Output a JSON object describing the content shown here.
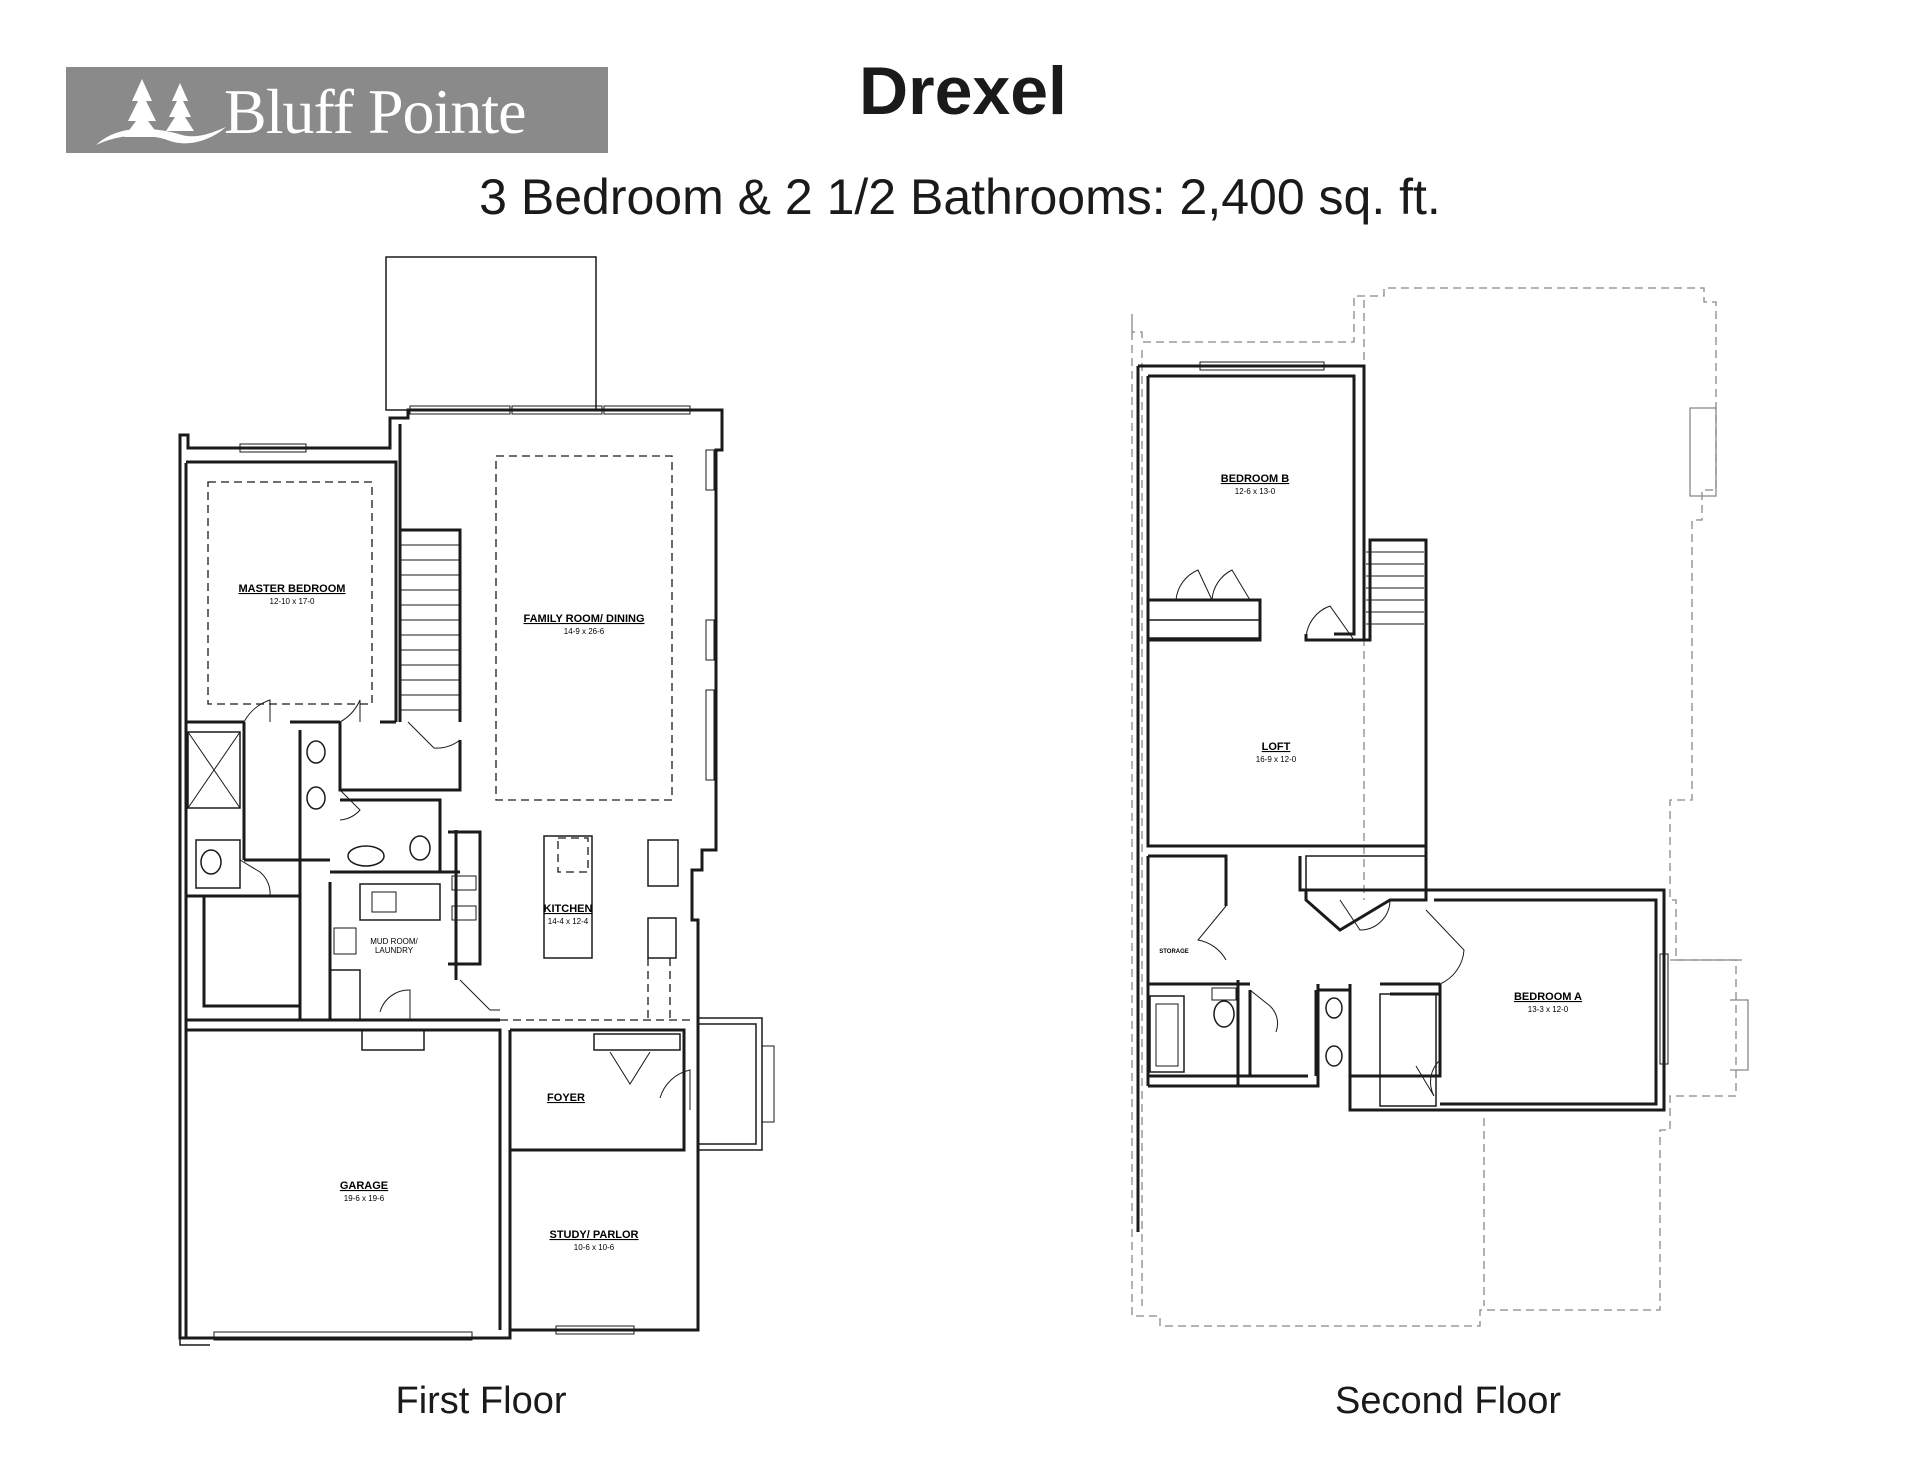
{
  "brand": {
    "name": "Bluff Pointe",
    "logo_icon": "pine-trees-icon"
  },
  "header": {
    "model_name": "Drexel",
    "summary": "3 Bedroom & 2 1/2 Bathrooms:  2,400 sq. ft."
  },
  "first_floor": {
    "caption": "First Floor",
    "rooms": {
      "master_bedroom": {
        "name": "MASTER BEDROOM",
        "size": "12-10 x 17-0"
      },
      "family_room": {
        "name": "FAMILY ROOM/ DINING",
        "size": "14-9 x 26-6"
      },
      "kitchen": {
        "name": "KITCHEN",
        "size": "14-4 x 12-4"
      },
      "mud_room": {
        "name": "MUD ROOM/",
        "name2": "LAUNDRY"
      },
      "foyer": {
        "name": "FOYER"
      },
      "garage": {
        "name": "GARAGE",
        "size": "19-6 x 19-6"
      },
      "study": {
        "name": "STUDY/ PARLOR",
        "size": "10-6 x 10-6"
      }
    }
  },
  "second_floor": {
    "caption": "Second Floor",
    "rooms": {
      "bedroom_b": {
        "name": "BEDROOM B",
        "size": "12-6 x 13-0"
      },
      "loft": {
        "name": "LOFT",
        "size": "16-9 x 12-0"
      },
      "storage": {
        "name": "STORAGE"
      },
      "bedroom_a": {
        "name": "BEDROOM A",
        "size": "13-3 x 12-0"
      }
    }
  }
}
